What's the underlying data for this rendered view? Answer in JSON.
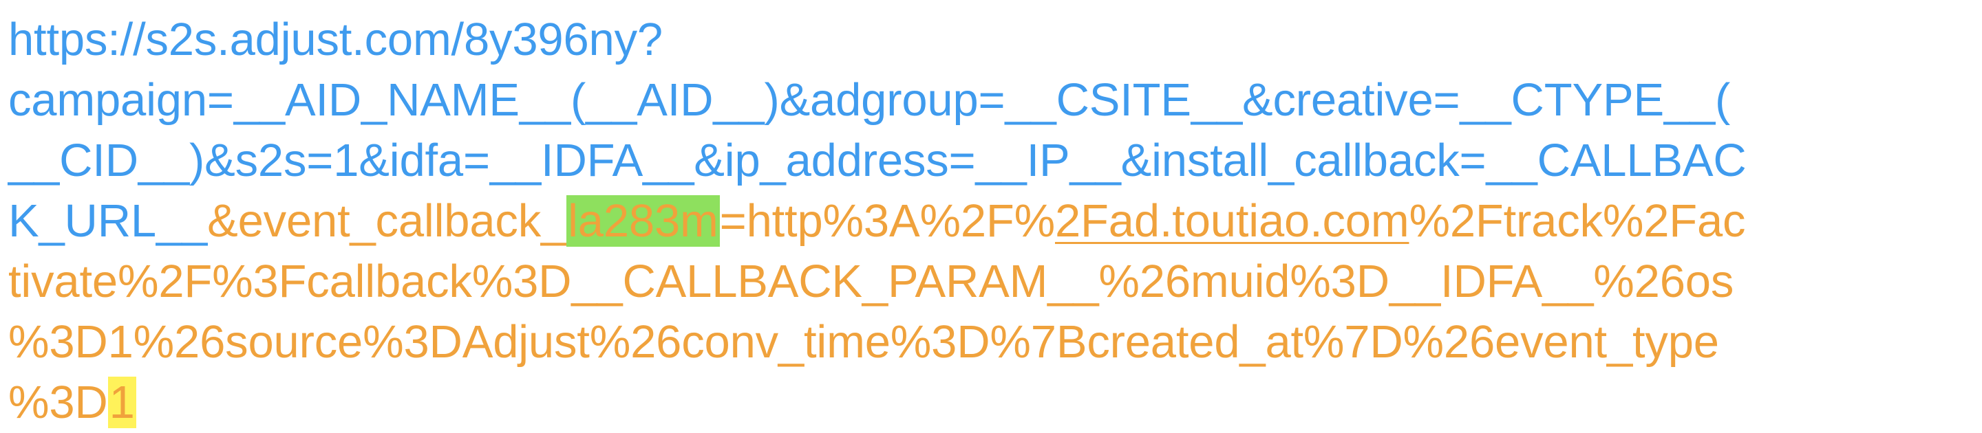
{
  "colors": {
    "blue": "#3f9bee",
    "orange": "#f0a23c",
    "green_highlight": "#8ee05e",
    "yellow_highlight": "#fff25a"
  },
  "url_text": {
    "line1": "https://s2s.adjust.com/8y396ny?",
    "line2": "campaign=__AID_NAME__(__AID__)&adgroup=__CSITE__&creative=__CTYPE__(",
    "line3": "__CID__)&s2s=1&idfa=__IDFA__&ip_address=__IP__&install_callback=__CALLBAC",
    "line4": {
      "blue": "K_URL__",
      "orange_a": "&event_callback_",
      "green_highlight": "la283m",
      "orange_b": "=http%3A%2F%",
      "underlined": "2Fad.toutiao.com",
      "orange_c": "%2Ftrack%2Fac"
    },
    "line5": "tivate%2F%3Fcallback%3D__CALLBACK_PARAM__%26muid%3D__IDFA__%26os",
    "line6": "%3D1%26source%3DAdjust%26conv_time%3D%7Bcreated_at%7D%26event_type",
    "line7": {
      "orange": "%3D",
      "yellow_highlight": "1"
    }
  }
}
